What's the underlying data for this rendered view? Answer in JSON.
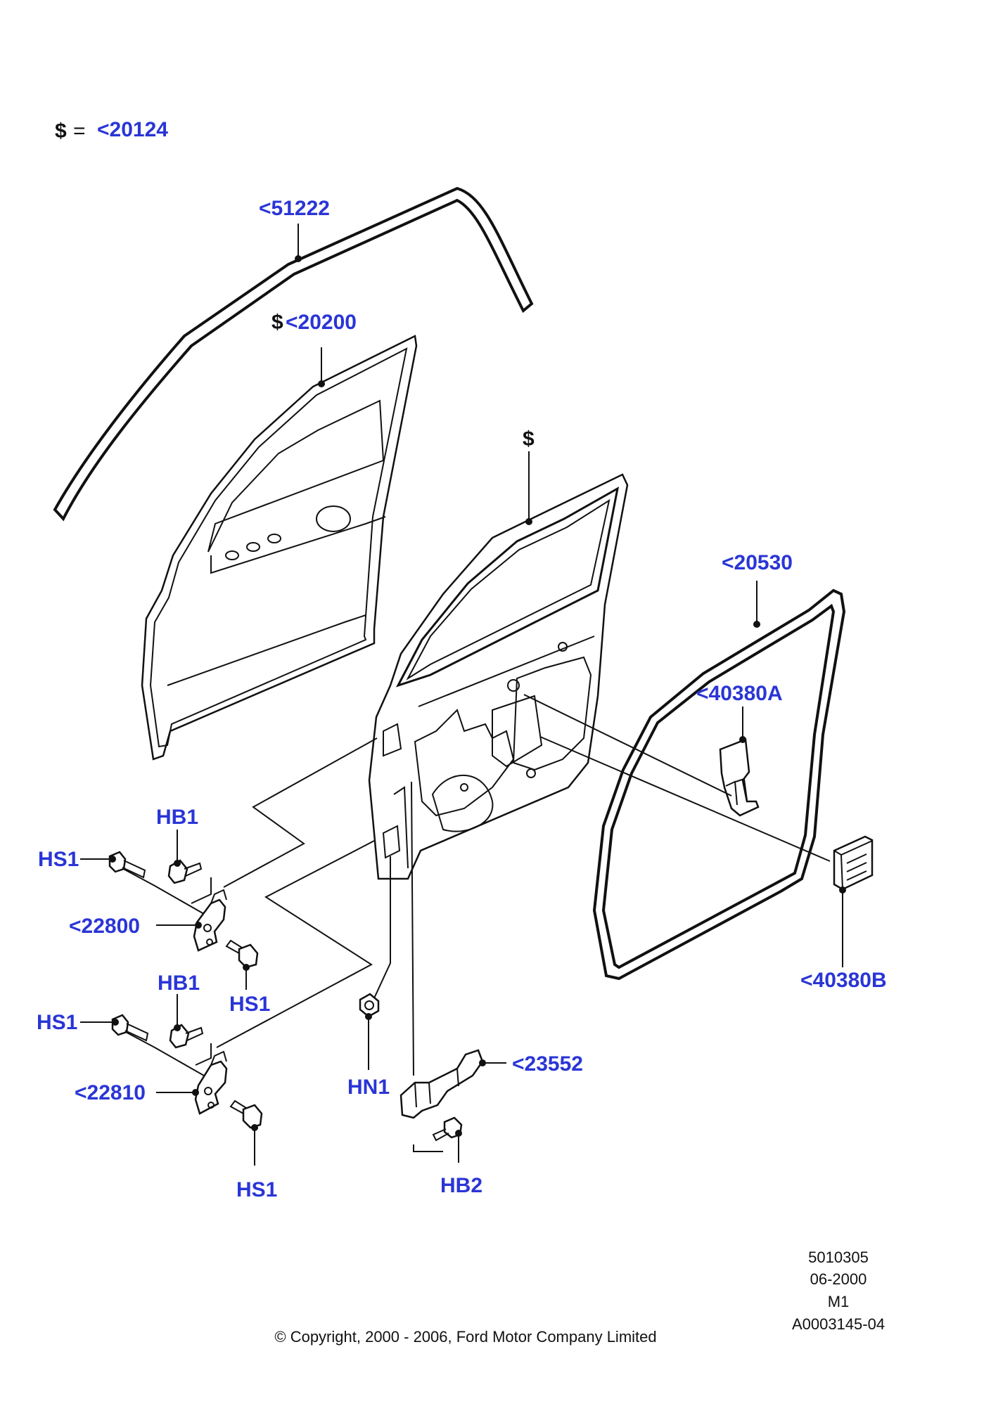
{
  "legend": {
    "symbol": "$",
    "equals": "=",
    "ref": "<20124"
  },
  "labels": {
    "p51222": "<51222",
    "p20200_prefix": "$",
    "p20200": "<20200",
    "shell_marker": "$",
    "p20530": "<20530",
    "p40380A": "<40380A",
    "p40380B": "<40380B",
    "hb1_upper": "HB1",
    "hs1_upper_left": "HS1",
    "p22800": "<22800",
    "hs1_upper_right": "HS1",
    "hb1_lower": "HB1",
    "hs1_lower_left": "HS1",
    "p22810": "<22810",
    "hs1_lower_bottom": "HS1",
    "hn1": "HN1",
    "p23552": "<23552",
    "hb2": "HB2"
  },
  "footer": {
    "code1": "5010305",
    "code2": "06-2000",
    "code3": "M1",
    "code4": "A0003145-04",
    "copyright": "© Copyright, 2000 - 2006, Ford Motor Company Limited"
  },
  "colors": {
    "label": "#2a35d6",
    "line": "#111111"
  }
}
